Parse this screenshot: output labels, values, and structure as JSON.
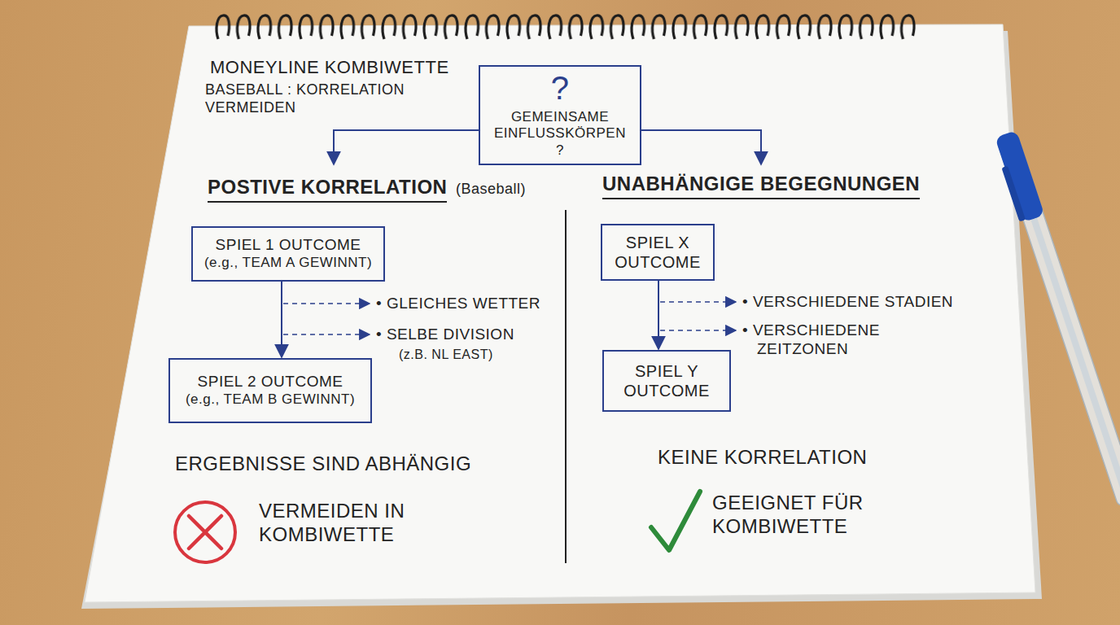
{
  "diagram": {
    "title": "MONEYLINE KOMBIWETTE",
    "nodes": [
      {
        "text": [
          "?",
          "GEMEINSAME EINFLUSSKÖRPEN ?"
        ]
      },
      {
        "text": [
          "SPIEL 1 OUTCOME",
          "(e.g., TEAM A GEWINNT)"
        ]
      },
      {
        "text": [
          "SPIEL 2 OUTCOME",
          "(e.g., TEAM B GEWINNT)"
        ]
      },
      {
        "text": [
          "SPIEL X OUTCOME"
        ]
      },
      {
        "text": [
          "SPIEL Y OUTCOME"
        ]
      }
    ],
    "edges": [
      {
        "from": 1,
        "to": 2,
        "arrow": "to"
      },
      {
        "from": 3,
        "to": 4,
        "arrow": "to"
      }
    ],
    "labels": [
      "BASEBALL : KORRELATION VERMEIDEN",
      "POSTIVE KORRELATION",
      "(Baseball)",
      "UNABHÄNGIGE BEGEGNUNGEN",
      "• GLEICHES WETTER",
      "• SELBE DIVISION",
      "(z.B. NL EAST)",
      "• VERSCHIEDENE STADIEN",
      "• VERSCHIEDENE ZEITZONEN",
      "ERGEBNISSE SIND ABHÄNGIG",
      "VERMEIDEN IN KOMBIWETTE",
      "KEINE KORRELATION",
      "GEEIGNET FÜR KOMBIWETTE"
    ]
  }
}
